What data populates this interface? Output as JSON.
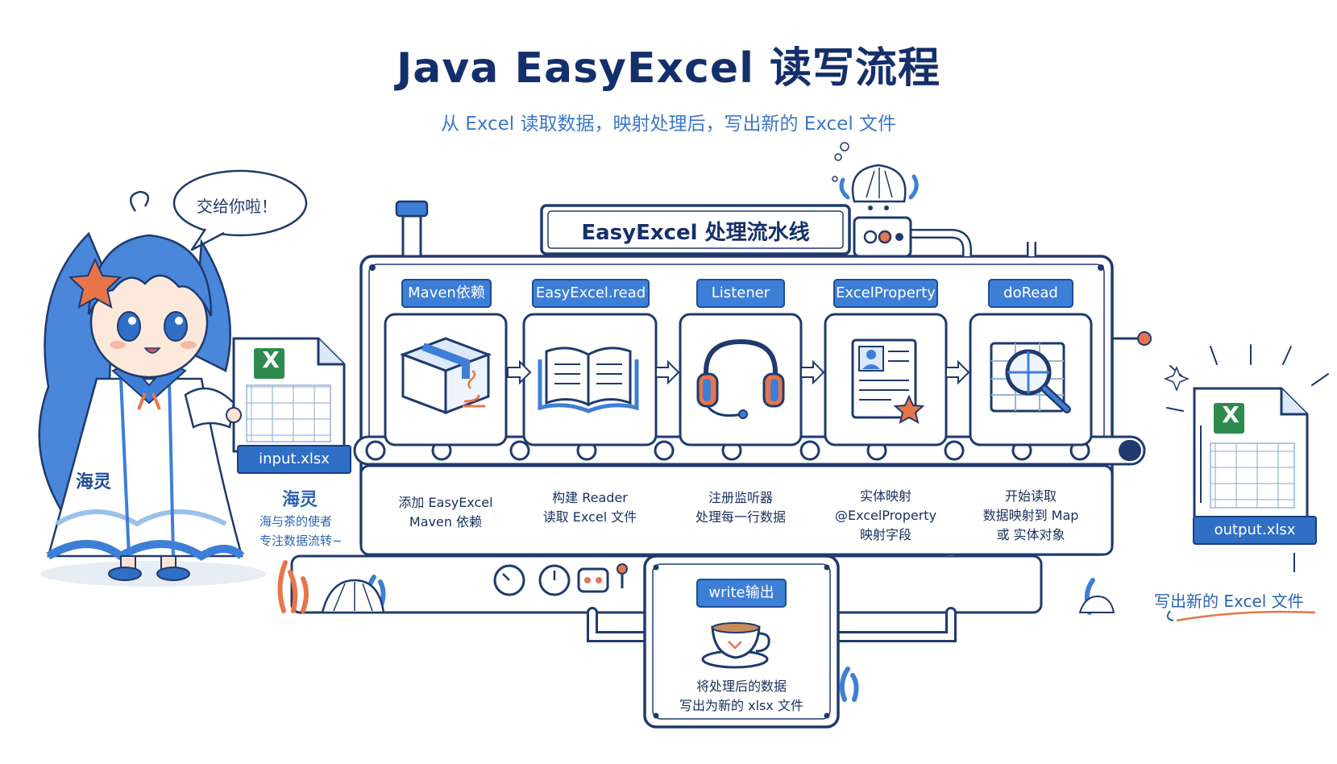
{
  "header": {
    "title": "Java EasyExcel 读写流程",
    "subtitle": "从 Excel 读取数据，映射处理后，写出新的 Excel 文件"
  },
  "character": {
    "speech": "交给你啦！",
    "name": "海灵",
    "robe_text": "海灵",
    "tagline_1": "海与茶的使者",
    "tagline_2": "专注数据流转~"
  },
  "pipeline": {
    "banner": "EasyExcel 处理流水线",
    "stages": [
      {
        "tag": "Maven依赖",
        "icon": "java-package-box-icon",
        "desc_1": "添加 EasyExcel",
        "desc_2": "Maven 依赖",
        "desc_3": ""
      },
      {
        "tag": "EasyExcel.read",
        "icon": "open-book-icon",
        "desc_1": "构建 Reader",
        "desc_2": "读取 Excel 文件",
        "desc_3": ""
      },
      {
        "tag": "Listener",
        "icon": "headphones-icon",
        "desc_1": "注册监听器",
        "desc_2": "处理每一行数据",
        "desc_3": ""
      },
      {
        "tag": "ExcelProperty",
        "icon": "profile-document-icon",
        "desc_1": "实体映射",
        "desc_2": "@ExcelProperty",
        "desc_3": "映射字段"
      },
      {
        "tag": "doRead",
        "icon": "magnifier-table-icon",
        "desc_1": "开始读取",
        "desc_2": "数据映射到 Map",
        "desc_3": "或 实体对象"
      }
    ],
    "write": {
      "tag": "write输出",
      "icon": "teacup-icon",
      "desc_1": "将处理后的数据",
      "desc_2": "写出为新的 xlsx 文件"
    }
  },
  "files": {
    "input": "input.xlsx",
    "output": "output.xlsx",
    "excel_letter": "X"
  },
  "output_note": "写出新的 Excel 文件",
  "colors": {
    "navy": "#142f6b",
    "blue": "#3d7fd6",
    "light_blue": "#dbe9fb",
    "coral": "#e8754a",
    "excel_green": "#2e8b4e"
  }
}
